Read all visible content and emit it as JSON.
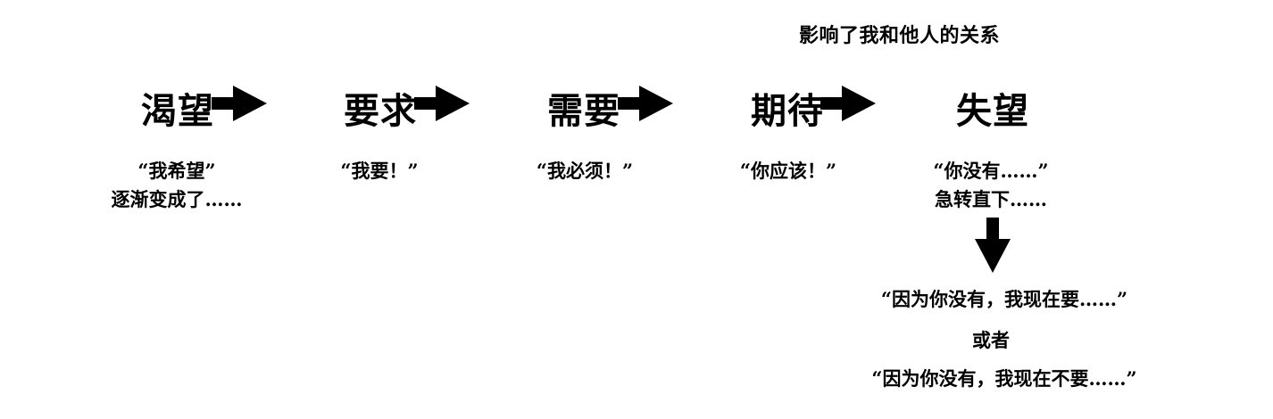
{
  "note": "影响了我和他人的关系",
  "stages": [
    {
      "label": "渴望",
      "quote_lines": [
        "“我希望”",
        "逐渐变成了……"
      ]
    },
    {
      "label": "要求",
      "quote_lines": [
        "“我要！”"
      ]
    },
    {
      "label": "需要",
      "quote_lines": [
        "“我必须！”"
      ]
    },
    {
      "label": "期待",
      "quote_lines": [
        "“你应该！”"
      ]
    },
    {
      "label": "失望",
      "quote_lines": [
        "“你没有……”",
        "急转直下……"
      ]
    }
  ],
  "outcomes": {
    "option_a": "“因为你没有，我现在要……”",
    "connector": "或者",
    "option_b": "“因为你没有，我现在不要……”"
  },
  "colors": {
    "text": "#000000",
    "arrow": "#000000",
    "background": "#ffffff"
  }
}
